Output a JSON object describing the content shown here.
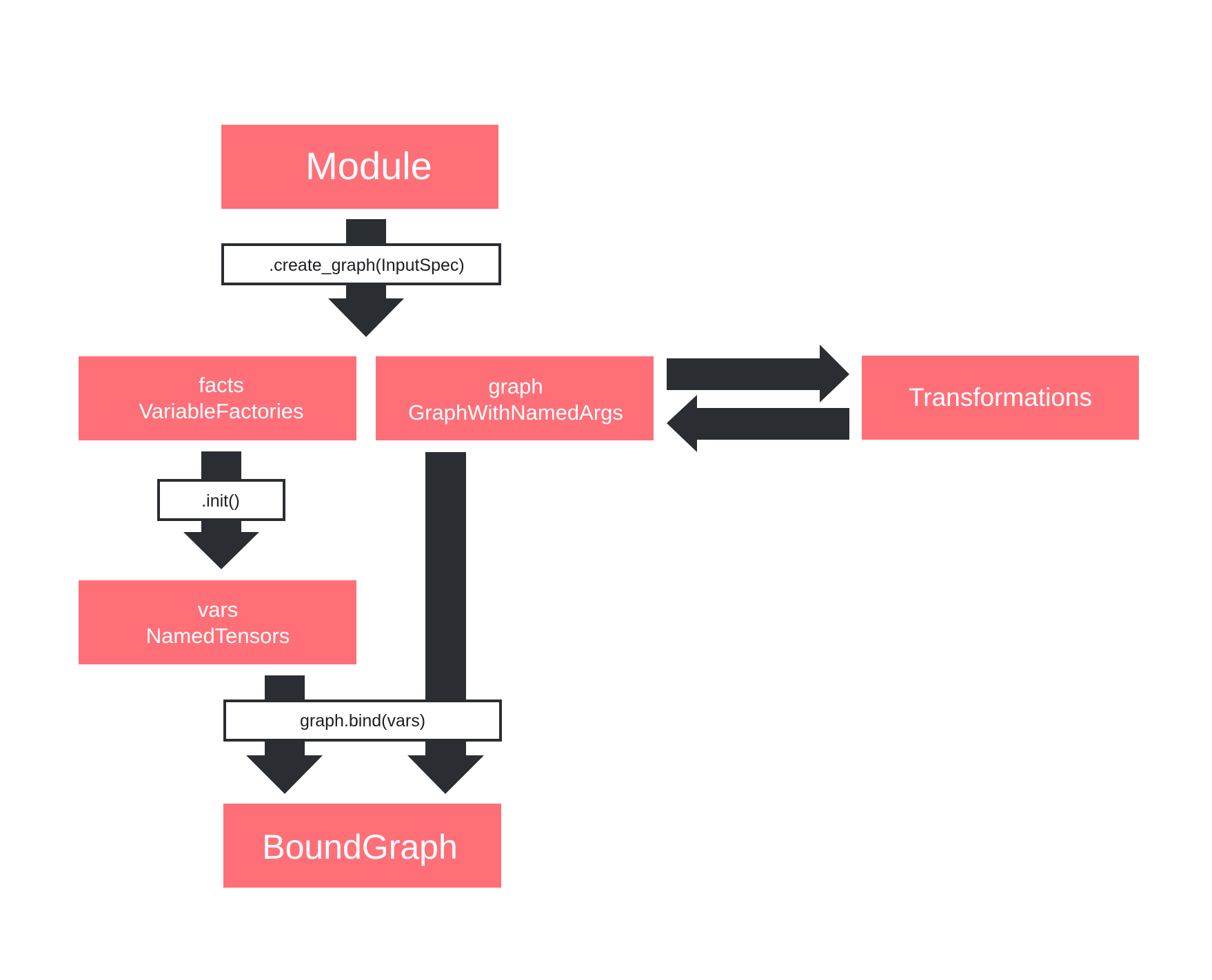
{
  "colors": {
    "node_fill": "#ff6f78",
    "node_text": "#ffffff",
    "arrow": "#2a2d31",
    "label_border": "#2a2d31",
    "background": "#ffffff"
  },
  "nodes": {
    "module": {
      "text": "Module"
    },
    "facts": {
      "line1": "facts",
      "line2": "VariableFactories"
    },
    "graph": {
      "line1": "graph",
      "line2": "GraphWithNamedArgs"
    },
    "transformations": {
      "text": "Transformations"
    },
    "vars": {
      "line1": "vars",
      "line2": "NamedTensors"
    },
    "bound_graph": {
      "text": "BoundGraph"
    }
  },
  "edges": {
    "create_graph": {
      "label": ".create_graph(InputSpec)",
      "from": "Module",
      "to": "graph"
    },
    "init": {
      "label": ".init()",
      "from": "facts",
      "to": "vars"
    },
    "bind": {
      "label": "graph.bind(vars)",
      "from": [
        "vars",
        "graph"
      ],
      "to": "BoundGraph"
    },
    "to_transformations": {
      "from": "graph",
      "to": "Transformations"
    },
    "from_transformations": {
      "from": "Transformations",
      "to": "graph"
    }
  }
}
